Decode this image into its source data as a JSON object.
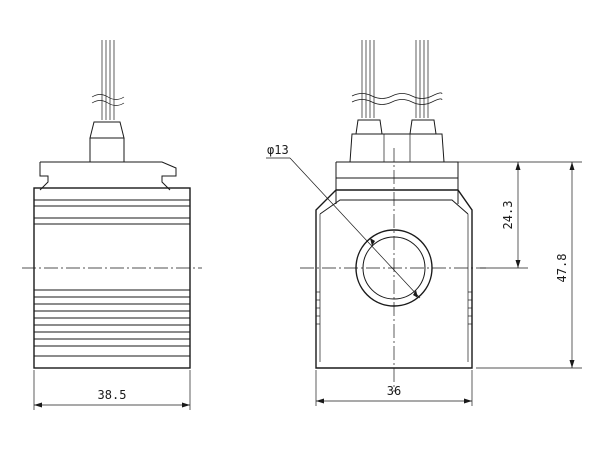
{
  "drawing": {
    "left_view_width_label": "38.5",
    "front_view_width_label": "36",
    "inner_height_label": "24.3",
    "total_height_label": "47.8",
    "bore_diameter_label": "φ13"
  }
}
